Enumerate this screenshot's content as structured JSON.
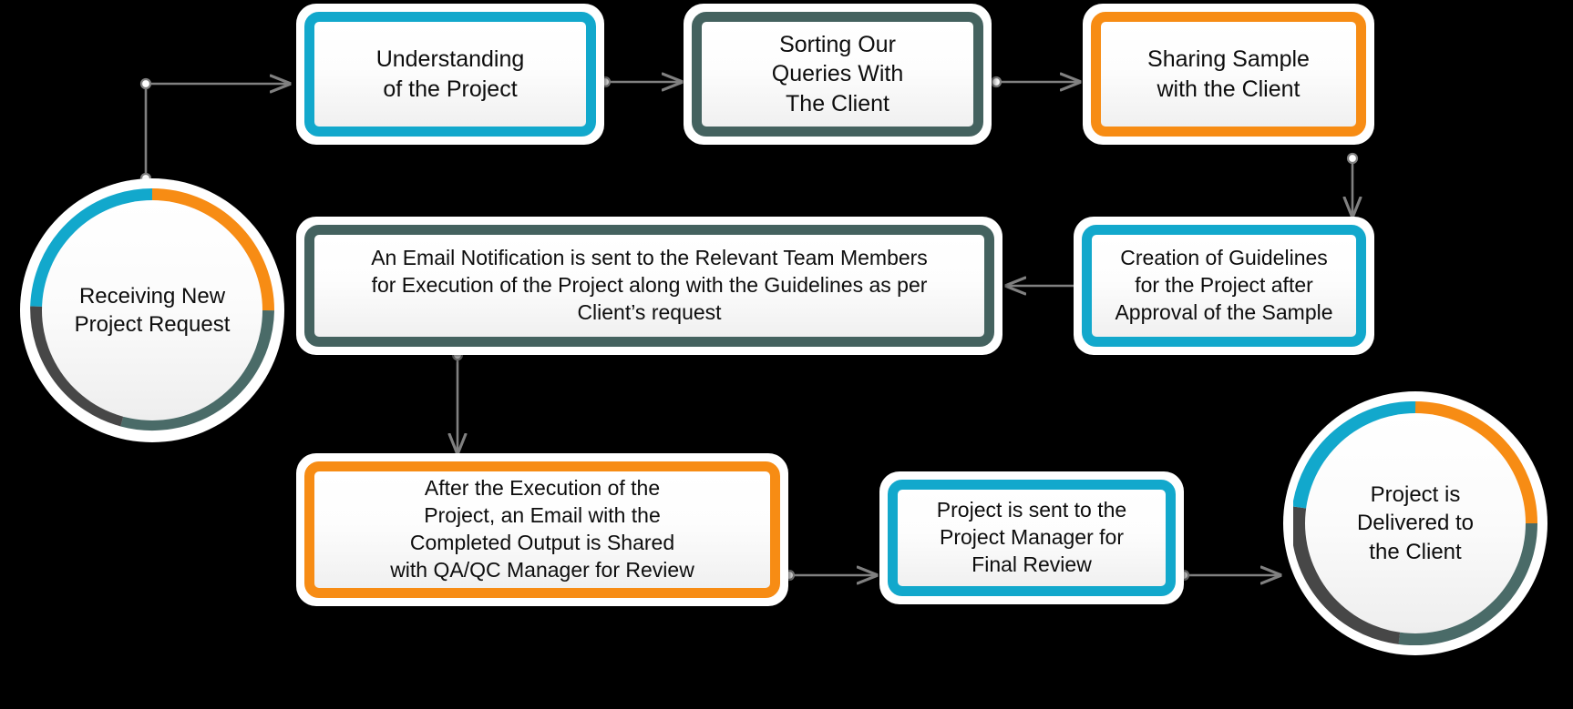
{
  "diagram": {
    "title": "Project Workflow Process Flowchart",
    "background_color": "#000000",
    "colors": {
      "cyan": "#12A8CC",
      "orange": "#F78C14",
      "slate": "#44625F",
      "dark_gray": "#474747",
      "teal_dark": "#4A6B68",
      "connector": "#808080",
      "text": "#0D0D0D",
      "box_fill": "#FFFFFF"
    },
    "nodes": [
      {
        "id": "receiving-new-project-request",
        "shape": "circle",
        "label": "Receiving New\nProject Request",
        "ring_segments": [
          {
            "color": "#F78C14",
            "from_deg": 0,
            "to_deg": 90
          },
          {
            "color": "#4A6B68",
            "from_deg": 90,
            "to_deg": 195
          },
          {
            "color": "#474747",
            "from_deg": 195,
            "to_deg": 268
          },
          {
            "color": "#12A8CC",
            "from_deg": 268,
            "to_deg": 360
          }
        ]
      },
      {
        "id": "understanding-of-the-project",
        "shape": "box",
        "label": "Understanding\nof the Project",
        "border_color": "#12A8CC"
      },
      {
        "id": "sorting-our-queries-with-the-client",
        "shape": "box",
        "label": "Sorting Our\nQueries With\nThe Client",
        "border_color": "#44625F"
      },
      {
        "id": "sharing-sample-with-the-client",
        "shape": "box",
        "label": "Sharing Sample\nwith the Client",
        "border_color": "#F78C14"
      },
      {
        "id": "creation-of-guidelines",
        "shape": "box",
        "label": "Creation of Guidelines\nfor the Project after\nApproval of the Sample",
        "border_color": "#12A8CC"
      },
      {
        "id": "email-notification-to-team",
        "shape": "box",
        "label": "An Email Notification is sent to the Relevant Team Members\nfor Execution of the Project along with the Guidelines as per\nClient’s request",
        "border_color": "#44625F"
      },
      {
        "id": "email-completed-output-to-qa-qc",
        "shape": "box",
        "label": "After the Execution of the\nProject, an Email with the\nCompleted Output is Shared\nwith QA/QC Manager for Review",
        "border_color": "#F78C14"
      },
      {
        "id": "project-sent-to-project-manager",
        "shape": "box",
        "label": "Project is sent to the\nProject Manager for\nFinal Review",
        "border_color": "#12A8CC"
      },
      {
        "id": "project-delivered-to-the-client",
        "shape": "circle",
        "label": "Project is\nDelivered to\nthe Client",
        "ring_segments": [
          {
            "color": "#F78C14",
            "from_deg": 0,
            "to_deg": 90
          },
          {
            "color": "#4A6B68",
            "from_deg": 90,
            "to_deg": 188
          },
          {
            "color": "#474747",
            "from_deg": 188,
            "to_deg": 262
          },
          {
            "color": "#12A8CC",
            "from_deg": 262,
            "to_deg": 360
          }
        ]
      }
    ],
    "connectors": [
      {
        "id": "start-to-understanding",
        "from": "receiving-new-project-request",
        "to": "understanding-of-the-project",
        "direction": "right"
      },
      {
        "id": "understanding-to-sorting",
        "from": "understanding-of-the-project",
        "to": "sorting-our-queries-with-the-client",
        "direction": "right"
      },
      {
        "id": "sorting-to-sharing",
        "from": "sorting-our-queries-with-the-client",
        "to": "sharing-sample-with-the-client",
        "direction": "right"
      },
      {
        "id": "sharing-to-creation",
        "from": "sharing-sample-with-the-client",
        "to": "creation-of-guidelines",
        "direction": "down"
      },
      {
        "id": "creation-to-email",
        "from": "creation-of-guidelines",
        "to": "email-notification-to-team",
        "direction": "left"
      },
      {
        "id": "email-to-qa-qc",
        "from": "email-notification-to-team",
        "to": "email-completed-output-to-qa-qc",
        "direction": "down"
      },
      {
        "id": "qa-qc-to-project-manager",
        "from": "email-completed-output-to-qa-qc",
        "to": "project-sent-to-project-manager",
        "direction": "right"
      },
      {
        "id": "project-manager-to-delivered",
        "from": "project-sent-to-project-manager",
        "to": "project-delivered-to-the-client",
        "direction": "right"
      }
    ]
  }
}
